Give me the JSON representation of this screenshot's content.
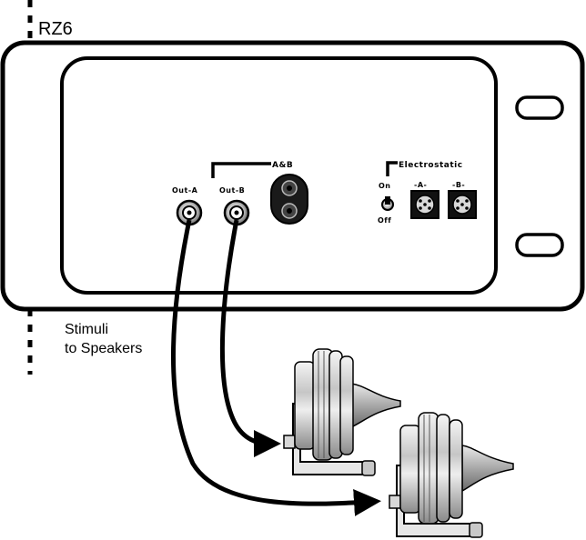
{
  "device": {
    "title": "RZ6",
    "outputs": {
      "out_a": "Out-A",
      "out_b": "Out-B",
      "ab_label": "A&B"
    },
    "electrostatic": {
      "label": "Electrostatic",
      "on": "On",
      "off": "Off",
      "a": "-A-",
      "b": "-B-"
    }
  },
  "caption": {
    "line1": "Stimuli",
    "line2": "to Speakers"
  },
  "icons": {
    "speaker": "electrostatic-speaker-icon",
    "bnc": "bnc-connector-icon",
    "toggle": "toggle-switch-icon"
  }
}
